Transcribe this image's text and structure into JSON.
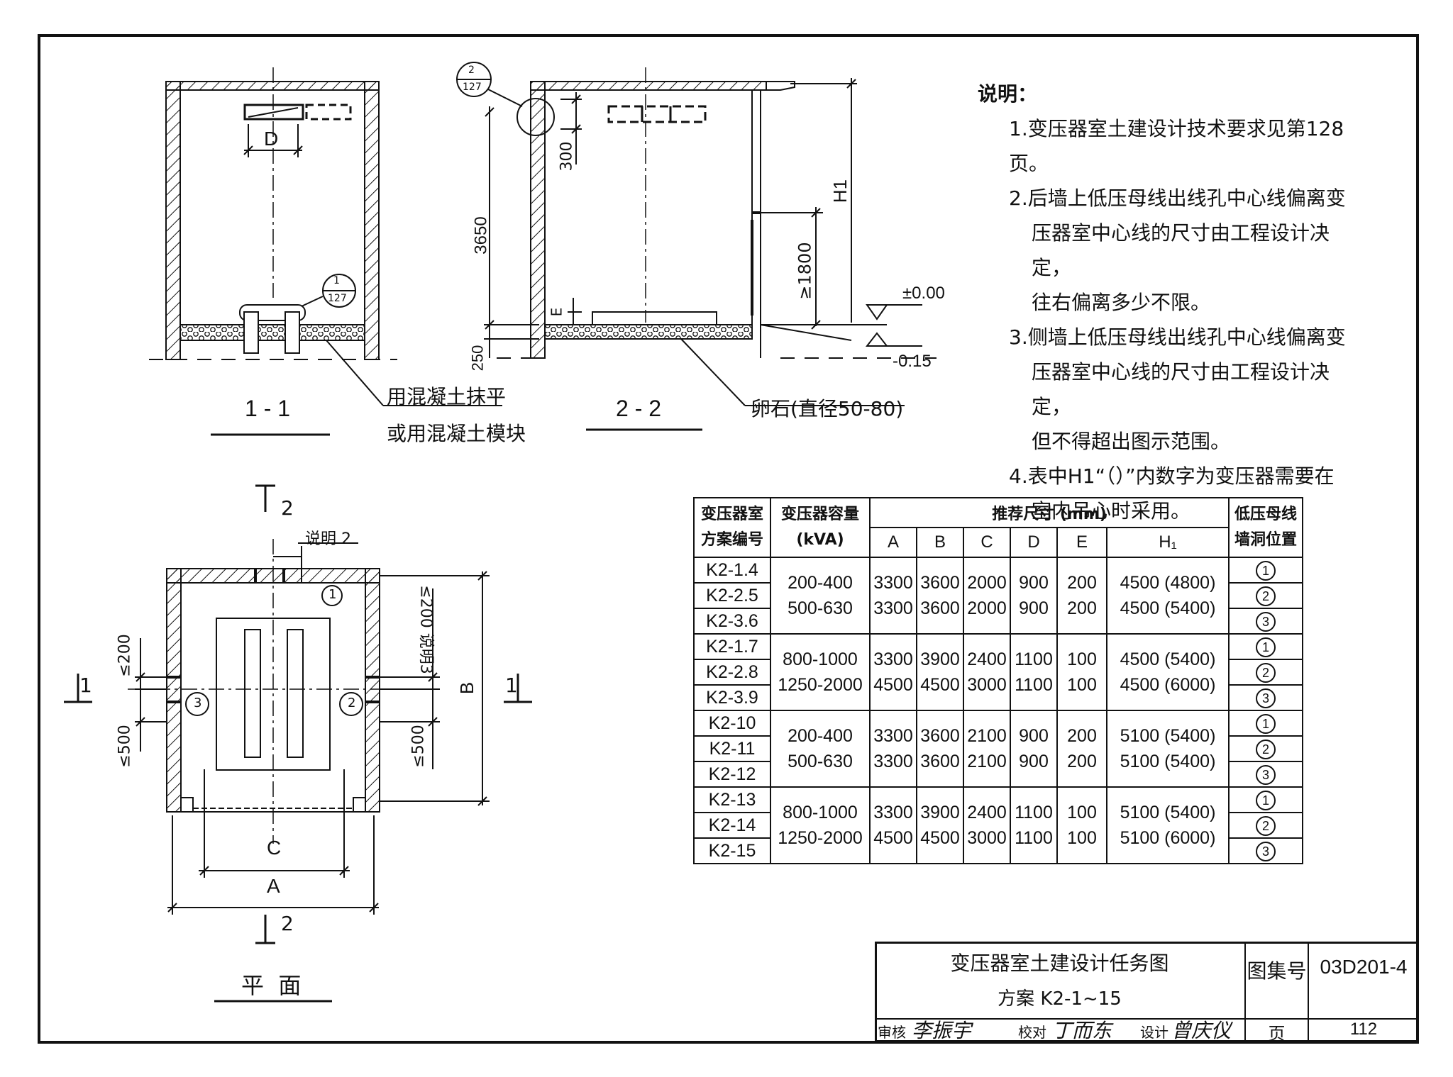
{
  "notes": {
    "title": "说明：",
    "items": [
      "1.变压器室土建设计技术要求见第128页。",
      "2.后墙上低压母线出线孔中心线偏离变",
      "压器室中心线的尺寸由工程设计决定，",
      "往右偏离多少不限。",
      "3.侧墙上低压母线出线孔中心线偏离变",
      "压器室中心线的尺寸由工程设计决定，",
      "但不得超出图示范围。",
      "4.表中H1“（）”内数字为变压器需要在",
      "室内吊心时采用。"
    ]
  },
  "section1": {
    "title": "1 - 1",
    "dim_d": "D",
    "callout_num": "1",
    "callout_den": "127",
    "note_line1": "用混凝土抹平",
    "note_line2": "或用混凝土模块"
  },
  "section2": {
    "title": "2 - 2",
    "callout_num": "2",
    "callout_den": "127",
    "dim_300": "300",
    "dim_3650": "3650",
    "dim_250": "250",
    "dim_e": "E",
    "dim_1800": "≥1800",
    "dim_h1": "H1",
    "level_top": "±0.00",
    "level_bottom": "-0.15",
    "pebble_note": "卵石(直径50-80)"
  },
  "plan": {
    "title": "平  面",
    "cut2": "2",
    "cut1": "1",
    "note2": "说明 2",
    "note3": "≤200 说明3",
    "dim_200": "≤200",
    "dim_500_left": "≤500",
    "dim_500_right": "≤500",
    "dim_b": "B",
    "dim_c": "C",
    "dim_a": "A",
    "pos1": "1",
    "pos2": "2",
    "pos3": "3"
  },
  "table": {
    "h_scheme": [
      "变压器室",
      "方案编号"
    ],
    "h_capacity": [
      "变压器容量",
      "(kVA)"
    ],
    "h_recommended": "推荐尺寸 (mm)",
    "h_lowbus": [
      "低压母线",
      "墙洞位置"
    ],
    "sub_headers": [
      "A",
      "B",
      "C",
      "D",
      "E",
      "H₁"
    ],
    "groups": [
      {
        "schemes": [
          "K2-1.4",
          "K2-2.5",
          "K2-3.6"
        ],
        "capacity": [
          "200-400",
          "500-630"
        ],
        "A": [
          "3300",
          "3300"
        ],
        "B": [
          "3600",
          "3600"
        ],
        "C": [
          "2000",
          "2000"
        ],
        "D": [
          "900",
          "900"
        ],
        "E": [
          "200",
          "200"
        ],
        "H1": [
          "4500 (4800)",
          "4500 (5400)"
        ],
        "pos": [
          "1",
          "2",
          "3"
        ]
      },
      {
        "schemes": [
          "K2-1.7",
          "K2-2.8",
          "K2-3.9"
        ],
        "capacity": [
          "800-1000",
          "1250-2000"
        ],
        "A": [
          "3300",
          "4500"
        ],
        "B": [
          "3900",
          "4500"
        ],
        "C": [
          "2400",
          "3000"
        ],
        "D": [
          "1100",
          "1100"
        ],
        "E": [
          "100",
          "100"
        ],
        "H1": [
          "4500 (5400)",
          "4500 (6000)"
        ],
        "pos": [
          "1",
          "2",
          "3"
        ]
      },
      {
        "schemes": [
          "K2-10",
          "K2-11",
          "K2-12"
        ],
        "capacity": [
          "200-400",
          "500-630"
        ],
        "A": [
          "3300",
          "3300"
        ],
        "B": [
          "3600",
          "3600"
        ],
        "C": [
          "2100",
          "2100"
        ],
        "D": [
          "900",
          "900"
        ],
        "E": [
          "200",
          "200"
        ],
        "H1": [
          "5100 (5400)",
          "5100 (5400)"
        ],
        "pos": [
          "1",
          "2",
          "3"
        ]
      },
      {
        "schemes": [
          "K2-13",
          "K2-14",
          "K2-15"
        ],
        "capacity": [
          "800-1000",
          "1250-2000"
        ],
        "A": [
          "3300",
          "4500"
        ],
        "B": [
          "3900",
          "4500"
        ],
        "C": [
          "2400",
          "3000"
        ],
        "D": [
          "1100",
          "1100"
        ],
        "E": [
          "100",
          "100"
        ],
        "H1": [
          "5100 (5400)",
          "5100 (6000)"
        ],
        "pos": [
          "1",
          "2",
          "3"
        ]
      }
    ]
  },
  "title_block": {
    "title_line1": "变压器室土建设计任务图",
    "title_line2": "方案 K2-1~15",
    "atlas_label": "图集号",
    "atlas_no": "03D201-4",
    "review_label": "审核",
    "check_label": "校对",
    "design_label": "设计",
    "page_label": "页",
    "page_no": "112",
    "sign_review": "李振宇",
    "sign_check": "丁而东",
    "sign_design": "曾庆仪"
  }
}
